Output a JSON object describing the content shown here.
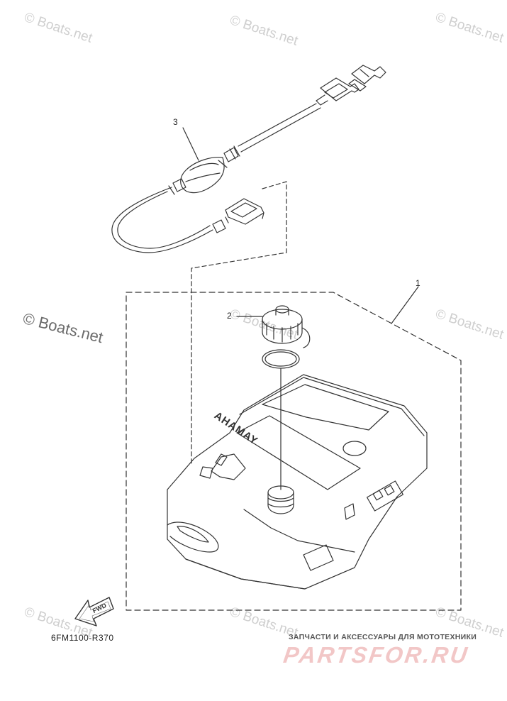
{
  "watermark": {
    "text": "© Boats.net",
    "text_large": "© Boats.net"
  },
  "callouts": {
    "c1": "1",
    "c2": "2",
    "c3": "3"
  },
  "tank_label": "YAMAHA",
  "fwd_label": "FWD",
  "part_code": "6FM1100-R370",
  "ad": {
    "caption": "ЗАПЧАСТИ И АКСЕССУАРЫ ДЛЯ МОТОТЕХНИКИ",
    "logo": "PARTSFOR.RU"
  },
  "colors": {
    "line": "#333333",
    "watermark": "#cfcfcf",
    "ad_logo": "#f2c7c7"
  }
}
